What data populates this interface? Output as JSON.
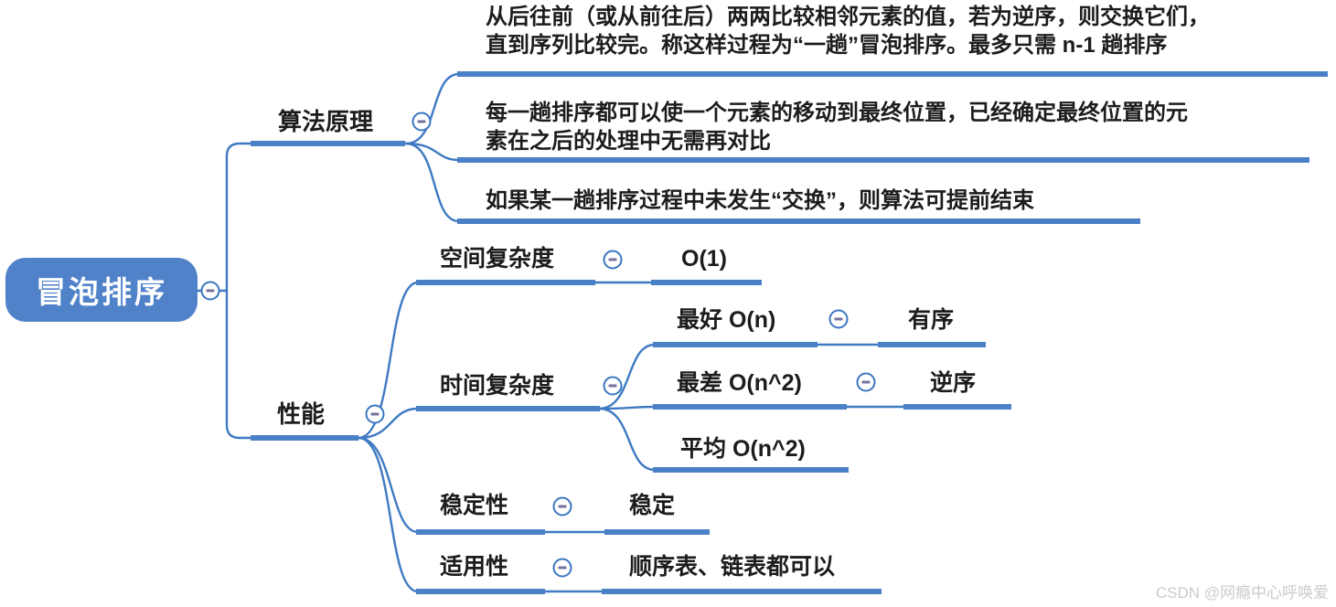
{
  "mindmap": {
    "root": "冒泡排序",
    "branches": [
      {
        "label": "算法原理",
        "children": [
          {
            "line1": "从后往前（或从前往后）两两比较相邻元素的值，若为逆序，则交换它们，",
            "line2": "直到序列比较完。称这样过程为“一趟”冒泡排序。最多只需 n-1 趟排序"
          },
          {
            "line1": "每一趟排序都可以使一个元素的移动到最终位置，已经确定最终位置的元",
            "line2": "素在之后的处理中无需再对比"
          },
          {
            "line1": "如果某一趟排序过程中未发生“交换”，则算法可提前结束"
          }
        ]
      },
      {
        "label": "性能",
        "children": [
          {
            "label": "空间复杂度",
            "value": "O(1)"
          },
          {
            "label": "时间复杂度",
            "children": [
              {
                "label": "最好 O(n)",
                "value": "有序"
              },
              {
                "label": "最差 O(n^2)",
                "value": "逆序"
              },
              {
                "label": "平均 O(n^2)"
              }
            ]
          },
          {
            "label": "稳定性",
            "value": "稳定"
          },
          {
            "label": "适用性",
            "value": "顺序表、链表都可以"
          }
        ]
      }
    ]
  },
  "icons": {
    "collapse": "minus-icon"
  },
  "colors": {
    "node_fill": "#5082ca",
    "line_thick": "#4a80c5",
    "line_thin": "#3e7ac2",
    "circle_border": "#3a76c2",
    "minus_color": "#73739b",
    "text_color": "#1c1c1c",
    "watermark_color": "#cbcbcb"
  },
  "watermark": "CSDN @网瘾中心呼唤爱"
}
